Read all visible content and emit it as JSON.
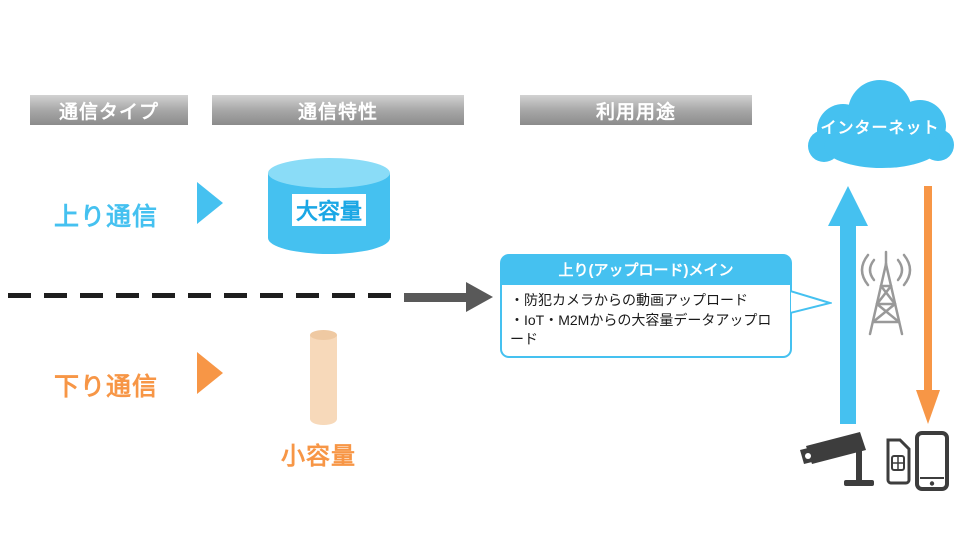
{
  "headers": {
    "comm_type": "通信タイプ",
    "comm_characteristics": "通信特性",
    "usage": "利用用途"
  },
  "upstream": {
    "label": "上り通信",
    "capacity_label": "大容量"
  },
  "downstream": {
    "label": "下り通信",
    "capacity_label": "小容量"
  },
  "callout": {
    "title": "上り(アップロード)メイン",
    "bullet1": "・防犯カメラからの動画アップロード",
    "bullet2": "・IoT・M2Mからの大容量データアップロード"
  },
  "cloud": {
    "label": "インターネット"
  },
  "colors": {
    "blue": "#45c1f0",
    "orange": "#f79646",
    "peach": "#f7d9ba",
    "dark_gray": "#595959",
    "tower_gray": "#999999",
    "icon_dark": "#3d3d3d"
  },
  "icons": {
    "tower": "radio-tower-icon",
    "camera": "security-camera-icon",
    "sim": "sim-card-icon",
    "phone": "smartphone-icon",
    "cloud": "internet-cloud-icon"
  }
}
